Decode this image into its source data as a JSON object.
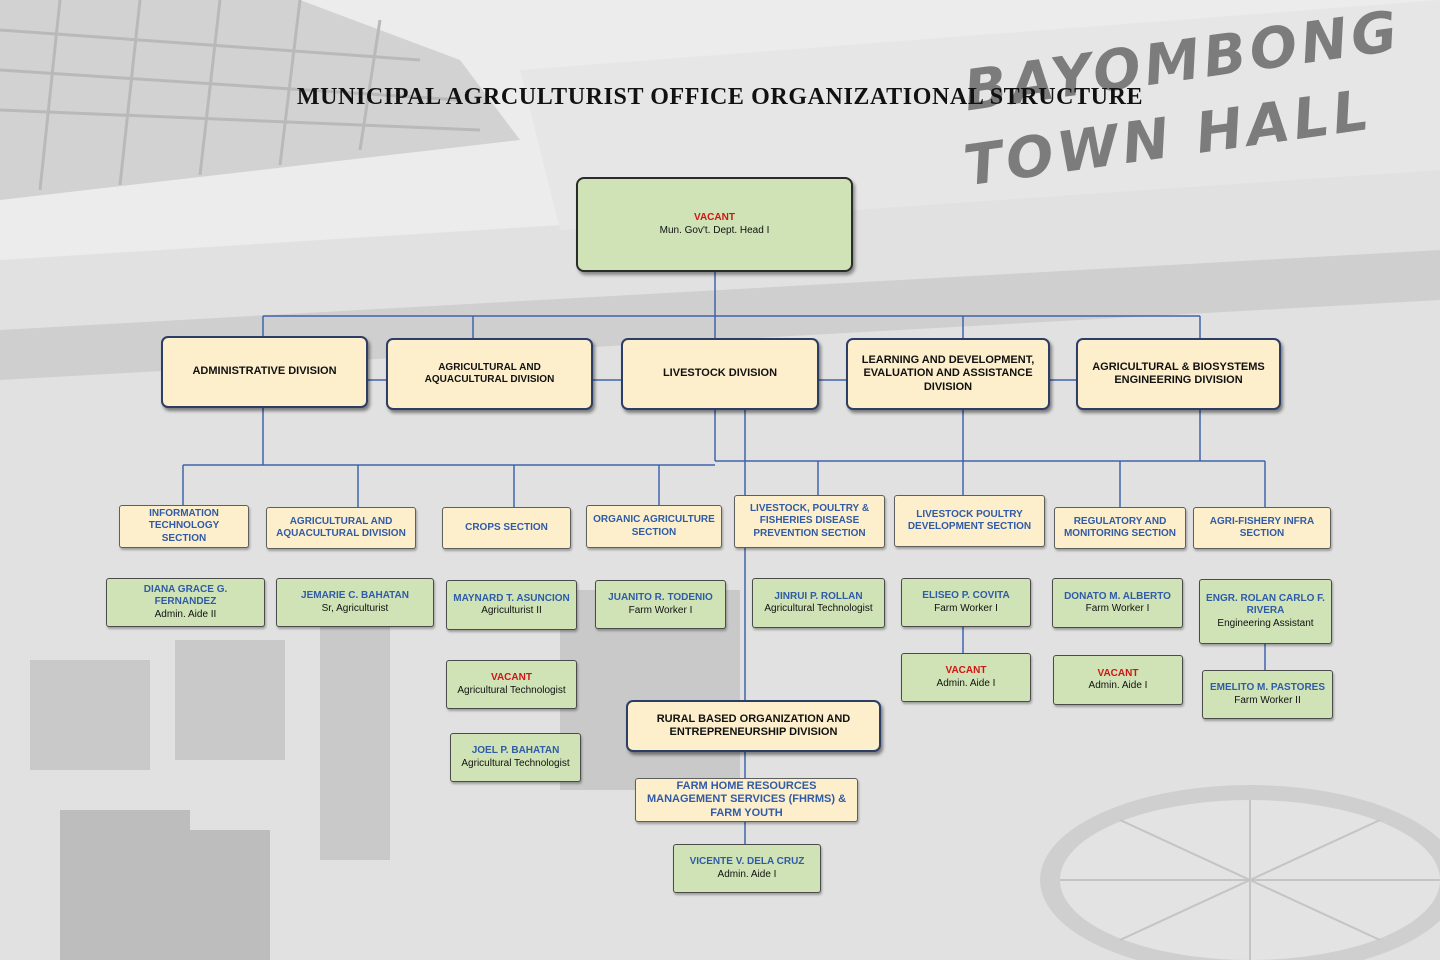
{
  "title": "MUNICIPAL AGRCULTURIST OFFICE ORGANIZATIONAL STRUCTURE",
  "sign": {
    "line1": "BAYOMBONG",
    "line2": "TOWN HALL"
  },
  "colors": {
    "line": "#3f64ac",
    "division_fill": "#fdefcc",
    "person_fill": "#cfe3b6",
    "vacant_text": "#d21414",
    "name_text": "#2f5ba8"
  },
  "head": {
    "name": "VACANT",
    "role": "Mun. Gov't. Dept. Head I"
  },
  "divisions": [
    {
      "label": "ADMINISTRATIVE DIVISION"
    },
    {
      "label": "AGRICULTURAL AND AQUACULTURAL DIVISION"
    },
    {
      "label": "LIVESTOCK DIVISION"
    },
    {
      "label": "LEARNING AND DEVELOPMENT, EVALUATION AND ASSISTANCE DIVISION"
    },
    {
      "label": "AGRICULTURAL & BIOSYSTEMS ENGINEERING DIVISION"
    }
  ],
  "sections": [
    {
      "label": "INFORMATION TECHNOLOGY SECTION"
    },
    {
      "label": "AGRICULTURAL AND AQUACULTURAL DIVISION"
    },
    {
      "label": "CROPS SECTION"
    },
    {
      "label": "ORGANIC AGRICULTURE SECTION"
    },
    {
      "label": "LIVESTOCK, POULTRY & FISHERIES DISEASE PREVENTION SECTION"
    },
    {
      "label": "LIVESTOCK POULTRY DEVELOPMENT SECTION"
    },
    {
      "label": "REGULATORY AND MONITORING SECTION"
    },
    {
      "label": "AGRI-FISHERY INFRA SECTION"
    }
  ],
  "staff": [
    {
      "name": "DIANA GRACE G. FERNANDEZ",
      "role": "Admin. Aide II"
    },
    {
      "name": "JEMARIE C. BAHATAN",
      "role": "Sr, Agriculturist"
    },
    {
      "name": "MAYNARD T. ASUNCION",
      "role": "Agriculturist II"
    },
    {
      "name": "VACANT",
      "role": "Agricultural Technologist"
    },
    {
      "name": "JOEL P. BAHATAN",
      "role": "Agricultural Technologist"
    },
    {
      "name": "JUANITO R. TODENIO",
      "role": "Farm Worker I"
    },
    {
      "name": "JINRUI P. ROLLAN",
      "role": "Agricultural Technologist"
    },
    {
      "name": "ELISEO P. COVITA",
      "role": "Farm Worker I"
    },
    {
      "name": "VACANT",
      "role": "Admin. Aide I"
    },
    {
      "name": "DONATO M. ALBERTO",
      "role": "Farm Worker I"
    },
    {
      "name": "VACANT",
      "role": "Admin. Aide I"
    },
    {
      "name": "ENGR. ROLAN CARLO F. RIVERA",
      "role": "Engineering Assistant"
    },
    {
      "name": "EMELITO M. PASTORES",
      "role": "Farm Worker II"
    },
    {
      "name": "VICENTE V. DELA CRUZ",
      "role": "Admin. Aide I"
    }
  ],
  "rural": {
    "division": "RURAL BASED ORGANIZATION AND ENTREPRENEURSHIP DIVISION",
    "section": "FARM HOME RESOURCES MANAGEMENT SERVICES (FHRMS) & FARM YOUTH"
  }
}
